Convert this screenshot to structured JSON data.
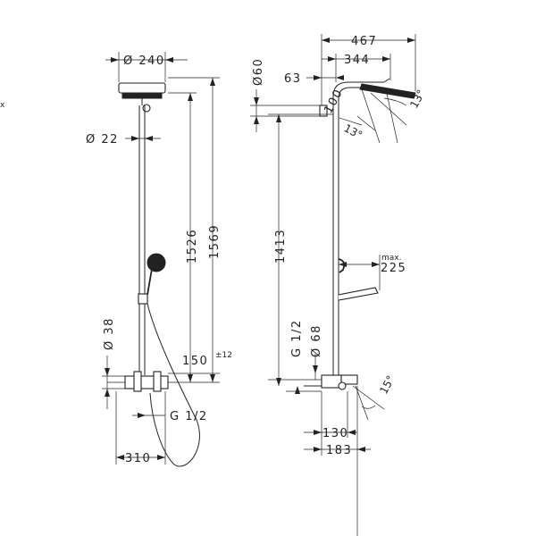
{
  "left_view": {
    "head_diameter": "Ø 240",
    "pipe_diameter": "Ø 22",
    "height_total": "1569",
    "height_head": "1526",
    "height_mixer": "150",
    "height_tolerance": "±12",
    "mixer_diameter": "Ø 38",
    "inlet_thread": "G 1/2",
    "inlet_spacing": "310"
  },
  "right_view": {
    "reach_total": "467",
    "reach_arm": "344",
    "wall_offset": "63",
    "bracket_diameter": "Ø60",
    "head_offset": "100",
    "tilt_angle_1": "13°",
    "tilt_angle_2": "13°",
    "height_bracket": "1413",
    "inlet_thread": "G 1/2",
    "inlet_diameter": "Ø 68",
    "holder_max_label": "max.",
    "holder_max_value": "225",
    "spout_angle": "15°",
    "spout_projection": "130",
    "mixer_projection": "183"
  },
  "stray_mark": "x"
}
